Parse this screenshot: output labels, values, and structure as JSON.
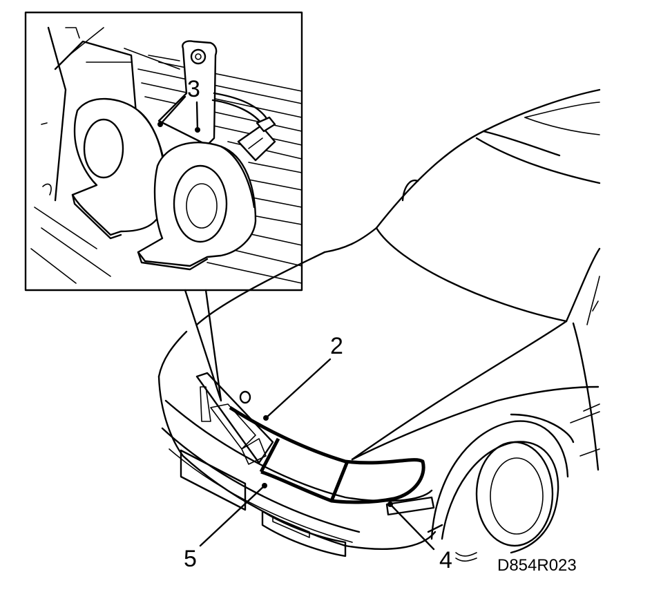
{
  "figure": {
    "reference_code": "D854R023",
    "callouts": [
      {
        "id": "2",
        "label": "2"
      },
      {
        "id": "3",
        "label": "3"
      },
      {
        "id": "4",
        "label": "4"
      },
      {
        "id": "5",
        "label": "5"
      }
    ]
  },
  "colors": {
    "line": "#000000",
    "background": "#ffffff"
  }
}
